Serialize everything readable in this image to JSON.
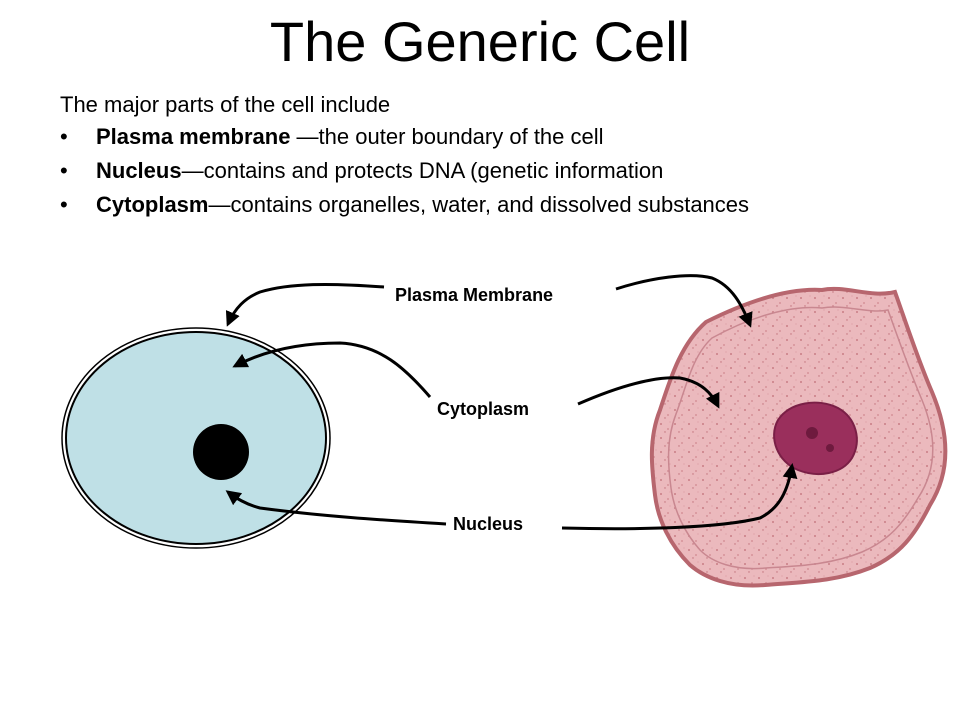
{
  "title": "The Generic Cell",
  "intro": "The major parts of the cell include",
  "bullets": [
    {
      "term": "Plasma membrane",
      "text": " —the outer boundary of the cell"
    },
    {
      "term": "Nucleus",
      "text": "—contains and protects DNA (genetic information"
    },
    {
      "term": "Cytoplasm",
      "text": "—contains organelles, water, and dissolved substances"
    }
  ],
  "bullet_glyph": "•",
  "diagram": {
    "labels": {
      "plasma_membrane": "Plasma Membrane",
      "cytoplasm": "Cytoplasm",
      "nucleus": "Nucleus"
    },
    "colors": {
      "generic_cytoplasm": "#bfe0e6",
      "generic_nucleus": "#000000",
      "photo_cytoplasm": "#ebb9bd",
      "photo_membrane": "#b7666e",
      "photo_nucleus": "#9a2f5c",
      "arrows": "#000000"
    }
  }
}
